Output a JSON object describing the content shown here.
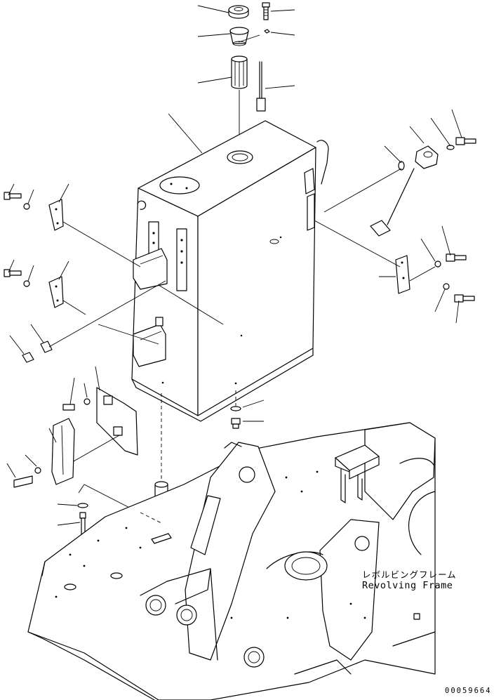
{
  "labels": {
    "frame_jp": "レボルビングフレーム",
    "frame_en": "Revolving Frame",
    "drawing_number": "00059664"
  }
}
